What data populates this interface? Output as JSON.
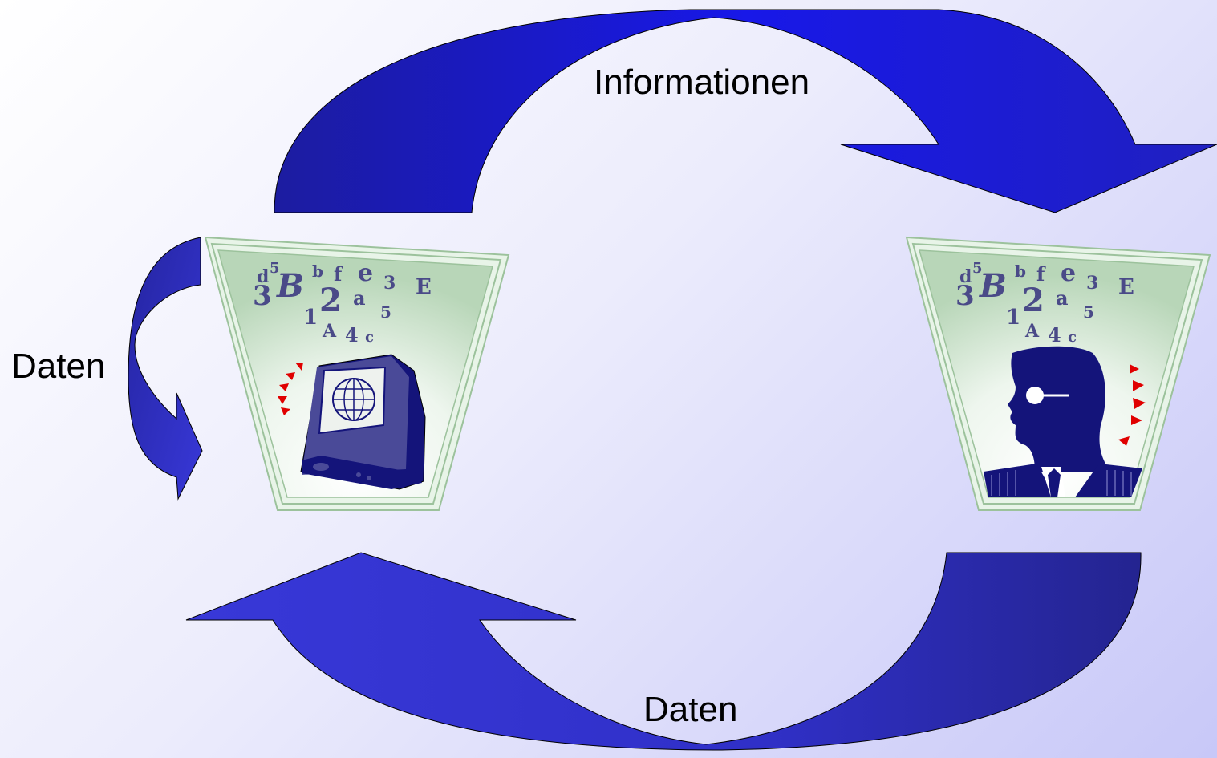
{
  "labels": {
    "top_arrow": "Informationen",
    "left_arrow": "Daten",
    "bottom_arrow": "Daten"
  },
  "clipart": {
    "left_icon": "computer-globe-icon",
    "right_icon": "person-profile-icon",
    "glyphs": [
      "d",
      "5",
      "3",
      "B",
      "b",
      "f",
      "e",
      "3",
      "E",
      "2",
      "a",
      "5",
      "1",
      "A",
      "4",
      "c"
    ]
  },
  "colors": {
    "arrow_top": "#1c1ce6",
    "arrow_bottom": "#3030c8",
    "arrow_left": "#2c2cc0",
    "frame_fill": "#b8d6b8",
    "monitor": "#14147a",
    "accent_red": "#e00000"
  }
}
